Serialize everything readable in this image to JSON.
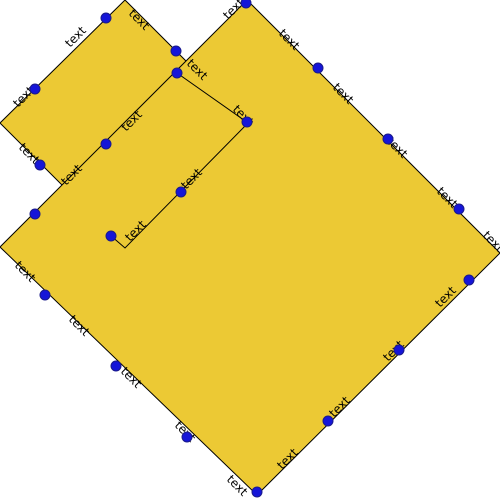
{
  "canvas": {
    "background": "#ffffff"
  },
  "style": {
    "shape_fill": "#ecc934",
    "shape_stroke": "#000000",
    "handle_fill": "#1515d8",
    "handle_stroke": "#1a1a8a"
  },
  "shapes": [
    {
      "name": "small-rotated-rectangle",
      "edge_labels": [
        "text",
        "text",
        "text",
        "text",
        "text",
        "text",
        "text",
        "text",
        "text",
        "text"
      ]
    },
    {
      "name": "large-rotated-rectangle",
      "edge_labels": [
        "text",
        "text",
        "text",
        "text",
        "text",
        "text",
        "text",
        "text",
        "text",
        "text",
        "text",
        "text",
        "text",
        "text",
        "text"
      ]
    }
  ]
}
